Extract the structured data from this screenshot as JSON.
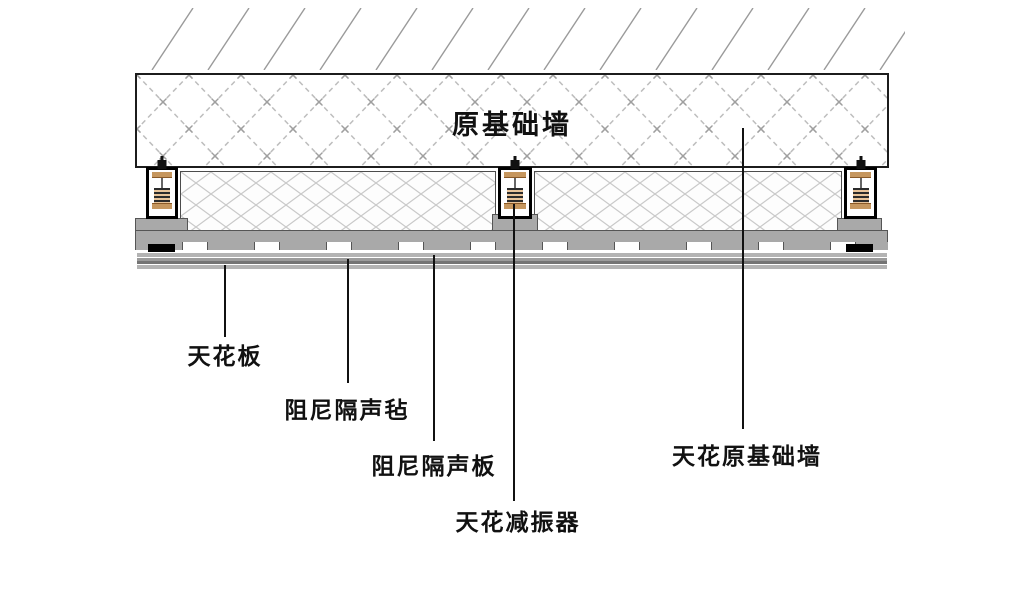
{
  "diagram": {
    "wall_label": "原基础墙",
    "callouts": [
      {
        "id": "ceiling-board",
        "text": "天花板"
      },
      {
        "id": "damping-felt",
        "text": "阻尼隔声毡"
      },
      {
        "id": "damping-board",
        "text": "阻尼隔声板"
      },
      {
        "id": "ceiling-isolator",
        "text": "天花减振器"
      },
      {
        "id": "ceiling-base-wall",
        "text": "天花原基础墙"
      }
    ],
    "colors": {
      "background": "#ffffff",
      "line_black": "#111111",
      "hatch_gray": "#9a9a9a",
      "wall_crosshatch_gray": "#bdbdbd",
      "insulation_lattice_gray": "#c9c9c9",
      "channel_gray": "#a9a9a9",
      "board_light_gray": "#b3b3b3",
      "board_dark_gray": "#747474",
      "isolator_pad_tan": "#c6975f",
      "isolator_base_pad": "#000000"
    }
  }
}
